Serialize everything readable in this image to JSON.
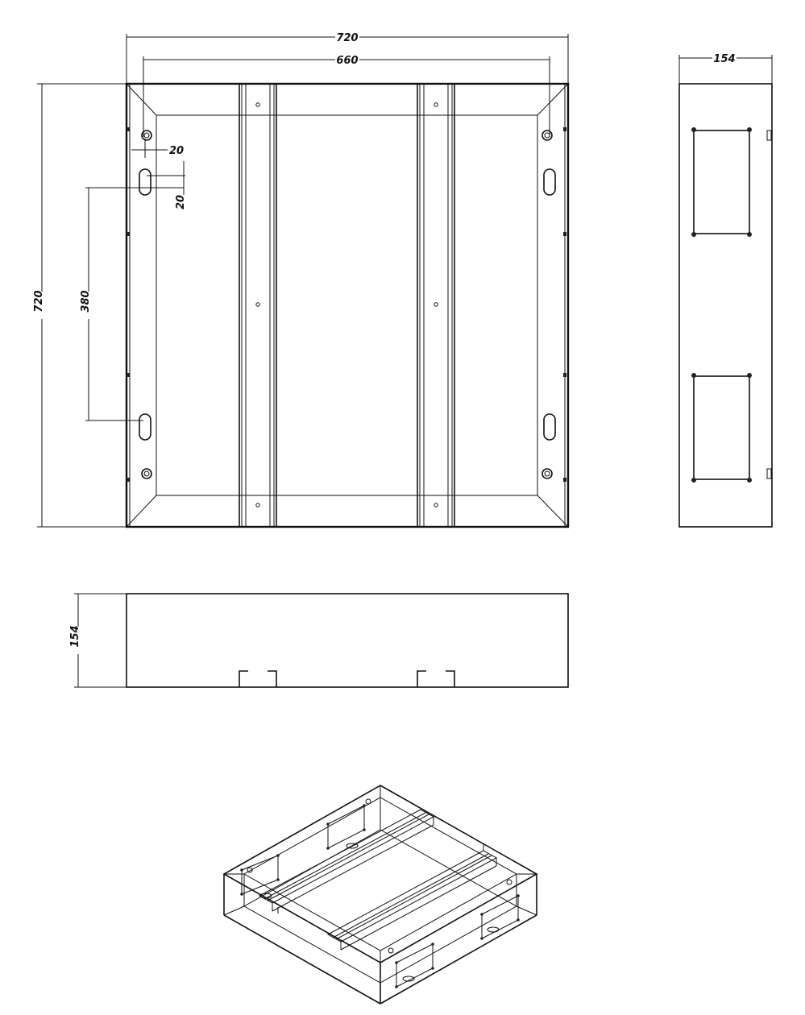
{
  "drawing": {
    "front_view": {
      "outer_width": "720",
      "inner_width": "660",
      "height": "720",
      "hole_offset_x": "20",
      "hole_offset_y": "20",
      "slot_spacing": "380"
    },
    "side_view": {
      "depth": "154"
    },
    "bottom_view": {
      "depth": "154"
    }
  }
}
